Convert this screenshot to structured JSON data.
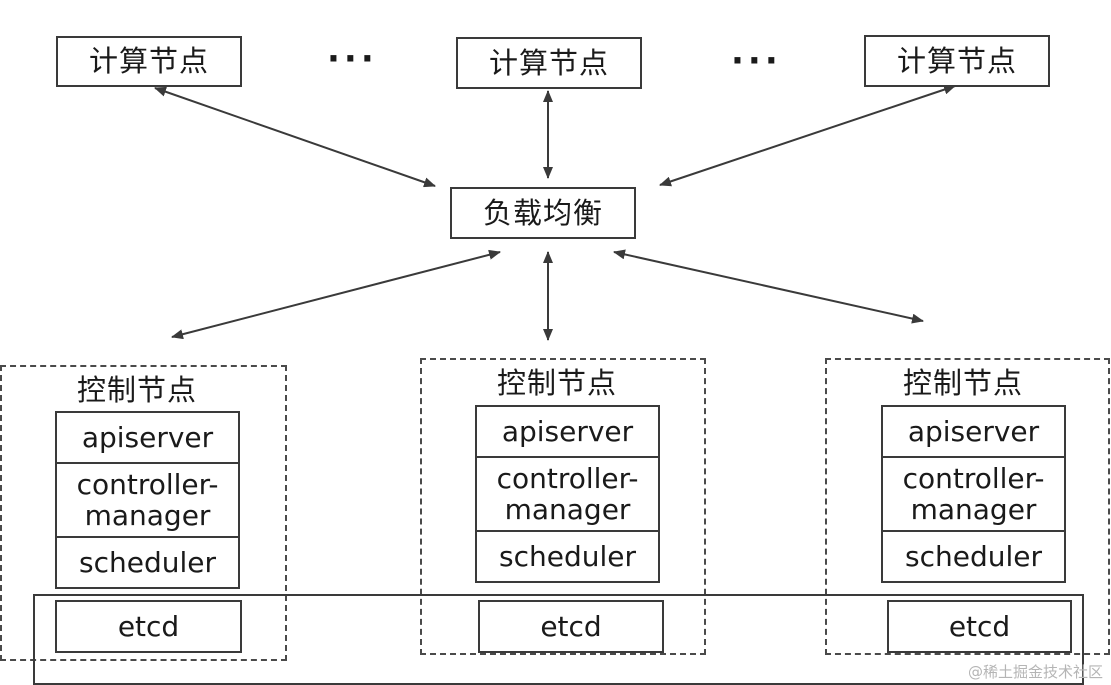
{
  "compute_nodes": [
    {
      "label": "计算节点"
    },
    {
      "label": "计算节点"
    },
    {
      "label": "计算节点"
    }
  ],
  "ellipsis": [
    "···",
    "···"
  ],
  "load_balancer": {
    "label": "负载均衡"
  },
  "control_nodes": [
    {
      "label": "控制节点",
      "components": [
        "apiserver",
        "controller-manager",
        "scheduler"
      ],
      "etcd": "etcd"
    },
    {
      "label": "控制节点",
      "components": [
        "apiserver",
        "controller-manager",
        "scheduler"
      ],
      "etcd": "etcd"
    },
    {
      "label": "控制节点",
      "components": [
        "apiserver",
        "controller-manager",
        "scheduler"
      ],
      "etcd": "etcd"
    }
  ],
  "watermark": "@稀土掘金技术社区",
  "colors": {
    "line": "#3a3a3a",
    "background": "#ffffff",
    "watermark": "#b5b5b5"
  }
}
